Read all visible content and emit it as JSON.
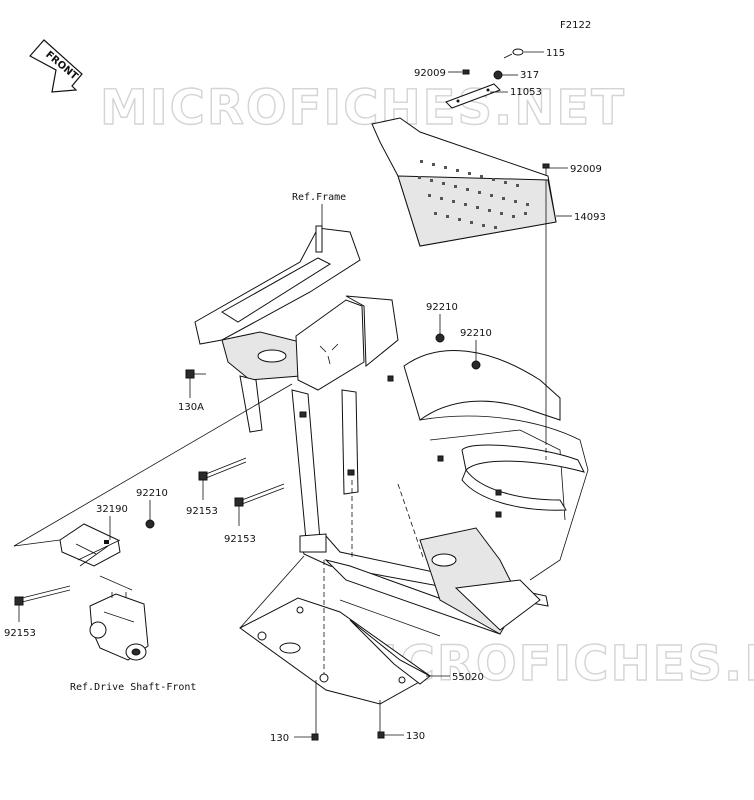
{
  "figure_code": "F2122",
  "direction_arrow": "FRONT",
  "watermark": "MICROFICHES.NET",
  "references": {
    "frame": "Ref.Frame",
    "drive_shaft": "Ref.Drive Shaft-Front"
  },
  "callouts": {
    "c115": "115",
    "c92009a": "92009",
    "c317": "317",
    "c11053": "11053",
    "c92009b": "92009",
    "c14093": "14093",
    "c92210a": "92210",
    "c92210b": "92210",
    "c130A": "130A",
    "c92210c": "92210",
    "c32190": "32190",
    "c92153a": "92153",
    "c92153b": "92153",
    "c92153c": "92153",
    "c55020": "55020",
    "c130a": "130",
    "c130b": "130"
  }
}
